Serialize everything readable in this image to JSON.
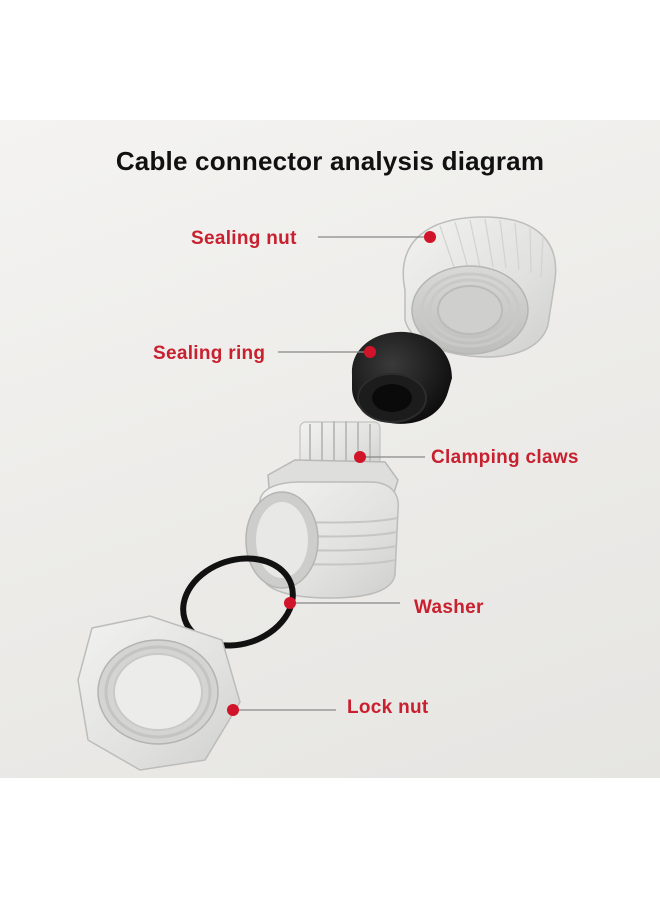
{
  "diagram": {
    "title": "Cable connector analysis diagram",
    "labels": {
      "sealing_nut": "Sealing nut",
      "sealing_ring": "Sealing ring",
      "clamping_claws": "Clamping claws",
      "washer": "Washer",
      "lock_nut": "Lock nut"
    },
    "colors": {
      "label_text": "#c8202f",
      "marker_dot": "#d0142a",
      "leader_line": "#888888",
      "plastic_part": "#e4e4e2",
      "rubber_part": "#111111"
    }
  }
}
